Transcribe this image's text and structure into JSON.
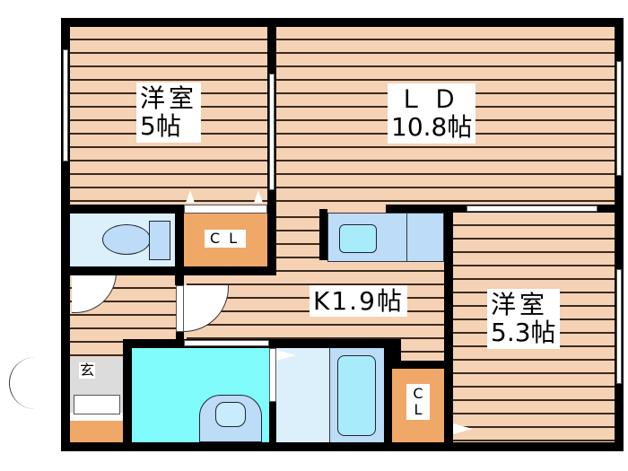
{
  "floor_plan": {
    "rooms": [
      {
        "id": "western-room-1",
        "name": "洋室",
        "size": "5帖"
      },
      {
        "id": "living-dining",
        "name": "ＬＤ",
        "size": "10.8帖"
      },
      {
        "id": "kitchen",
        "name": "K",
        "size": "1.9帖",
        "label": "K1.9帖"
      },
      {
        "id": "western-room-2",
        "name": "洋室",
        "size": "5.3帖"
      },
      {
        "id": "entrance",
        "name": "玄"
      }
    ],
    "closets": [
      {
        "id": "closet-1",
        "label": "CL"
      },
      {
        "id": "closet-2",
        "label_line1": "C",
        "label_line2": "L"
      }
    ],
    "colors": {
      "floor": "#f5d2b4",
      "floor_lines": "#3a2a20",
      "closet": "#f0a868",
      "wash_room": "#80fcfc",
      "wet_area": "#dcf0fc",
      "fixture": "#bcdcf8",
      "entrance": "#dcdcdc",
      "wall": "#000000"
    }
  }
}
